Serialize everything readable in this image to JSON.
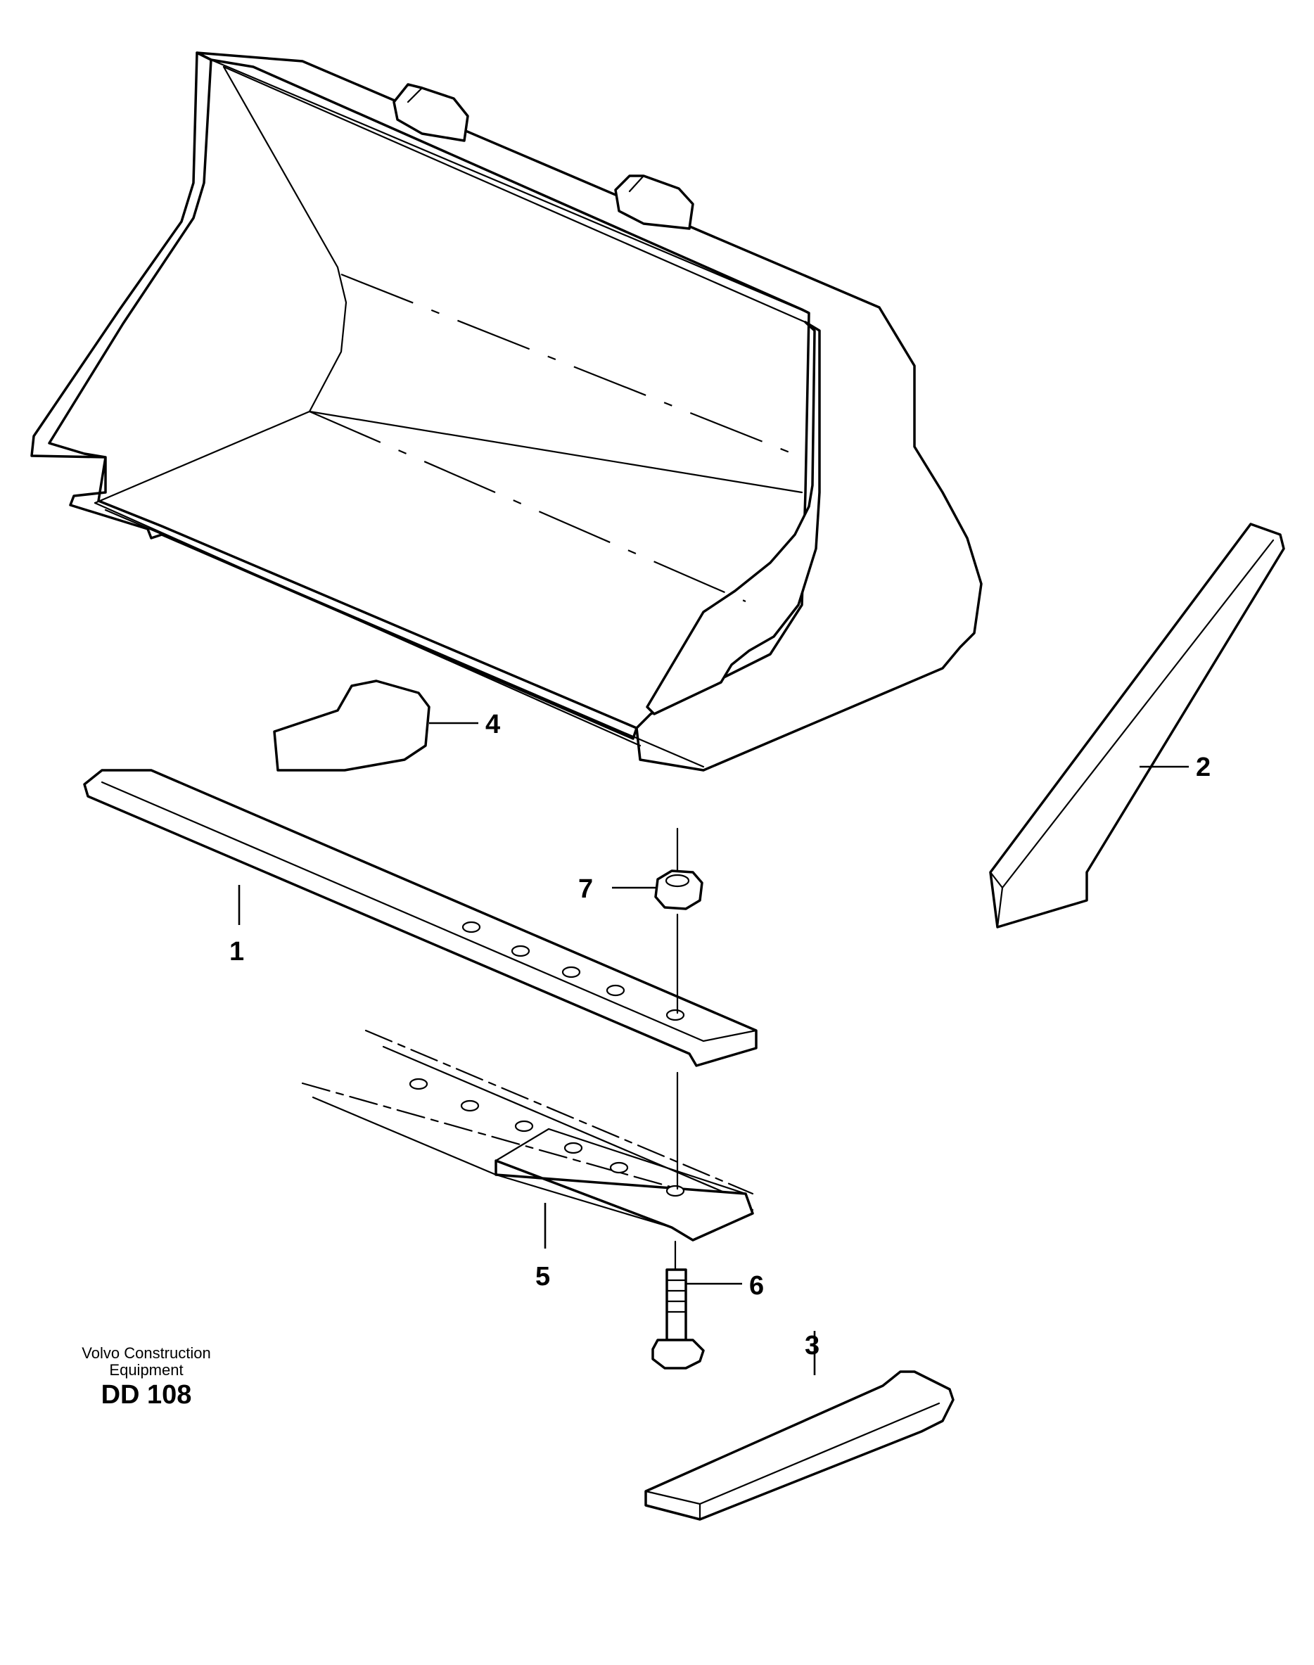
{
  "callouts": {
    "c1": "1",
    "c2": "2",
    "c3": "3",
    "c4": "4",
    "c5": "5",
    "c6": "6",
    "c7": "7"
  },
  "brand": {
    "line1": "Volvo Construction",
    "line2": "Equipment",
    "code": "DD 108"
  }
}
